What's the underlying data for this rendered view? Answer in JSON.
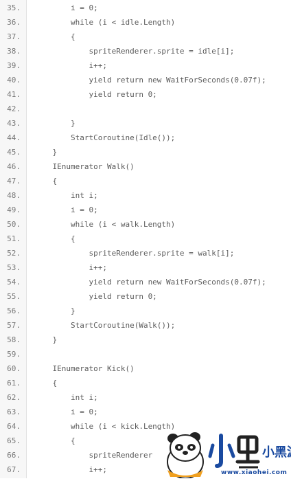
{
  "code": {
    "lines": [
      {
        "num": "35.",
        "text": "        i = 0;"
      },
      {
        "num": "36.",
        "text": "        while (i < idle.Length)"
      },
      {
        "num": "37.",
        "text": "        {"
      },
      {
        "num": "38.",
        "text": "            spriteRenderer.sprite = idle[i];"
      },
      {
        "num": "39.",
        "text": "            i++;"
      },
      {
        "num": "40.",
        "text": "            yield return new WaitForSeconds(0.07f);"
      },
      {
        "num": "41.",
        "text": "            yield return 0;"
      },
      {
        "num": "42.",
        "text": ""
      },
      {
        "num": "43.",
        "text": "        }"
      },
      {
        "num": "44.",
        "text": "        StartCoroutine(Idle());"
      },
      {
        "num": "45.",
        "text": "    }"
      },
      {
        "num": "46.",
        "text": "    IEnumerator Walk()"
      },
      {
        "num": "47.",
        "text": "    {"
      },
      {
        "num": "48.",
        "text": "        int i;"
      },
      {
        "num": "49.",
        "text": "        i = 0;"
      },
      {
        "num": "50.",
        "text": "        while (i < walk.Length)"
      },
      {
        "num": "51.",
        "text": "        {"
      },
      {
        "num": "52.",
        "text": "            spriteRenderer.sprite = walk[i];"
      },
      {
        "num": "53.",
        "text": "            i++;"
      },
      {
        "num": "54.",
        "text": "            yield return new WaitForSeconds(0.07f);"
      },
      {
        "num": "55.",
        "text": "            yield return 0;"
      },
      {
        "num": "56.",
        "text": "        }"
      },
      {
        "num": "57.",
        "text": "        StartCoroutine(Walk());"
      },
      {
        "num": "58.",
        "text": "    }"
      },
      {
        "num": "59.",
        "text": ""
      },
      {
        "num": "60.",
        "text": "    IEnumerator Kick()"
      },
      {
        "num": "61.",
        "text": "    {"
      },
      {
        "num": "62.",
        "text": "        int i;"
      },
      {
        "num": "63.",
        "text": "        i = 0;"
      },
      {
        "num": "64.",
        "text": "        while (i < kick.Length)"
      },
      {
        "num": "65.",
        "text": "        {"
      },
      {
        "num": "66.",
        "text": "            spriteRenderer"
      },
      {
        "num": "67.",
        "text": "            i++;"
      }
    ]
  },
  "watermark": {
    "brand": "小黑游戏",
    "url": "www.xiaohei.com"
  },
  "colors": {
    "gutter_bg": "#f7f7f7",
    "code_text": "#5a5a5a",
    "watermark_blue": "#1a4aa0"
  }
}
